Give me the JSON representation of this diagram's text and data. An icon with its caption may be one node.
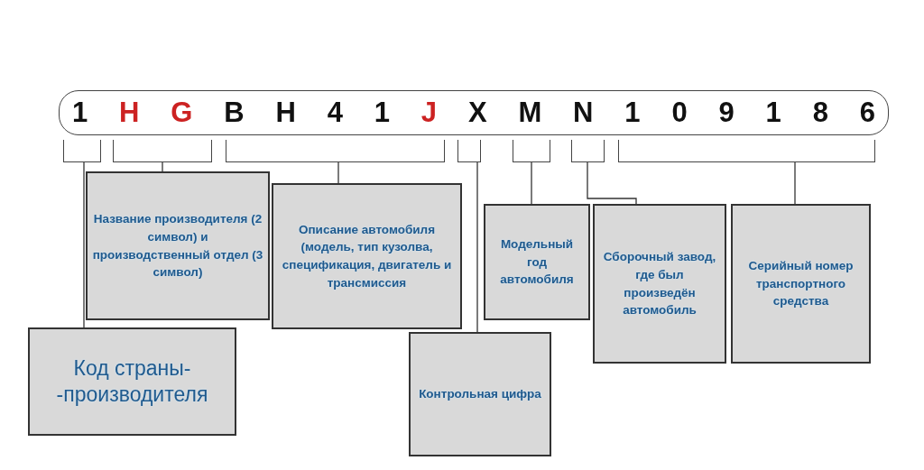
{
  "diagram": {
    "nodes": [
      {
        "text": [
          "1",
          "H",
          "G",
          "B",
          "H",
          "4",
          "1",
          "J",
          "X",
          "M",
          "N",
          "1",
          "0",
          "9",
          "1",
          "8",
          "6"
        ]
      },
      {
        "text": [],
        "shape": "box"
      },
      {
        "text": [],
        "shape": "box"
      },
      {
        "text": [],
        "shape": "box"
      },
      {
        "text": [],
        "shape": "box"
      },
      {
        "text": [],
        "shape": "box"
      },
      {
        "text": [],
        "shape": "box"
      },
      {
        "text": [],
        "shape": "box"
      },
      {
        "text": [
          "Код страны- -производителя"
        ]
      },
      {
        "text": [
          "Название производителя (2 символ) и производственный отдел (3 символ)"
        ]
      },
      {
        "text": [
          "Описание автомобиля (модель, тип кузолва, спецификация, двигатель и трансмиссия"
        ]
      },
      {
        "text": [
          "Контрольная цифра"
        ]
      },
      {
        "text": [
          "Модельный год автомобиля"
        ]
      },
      {
        "text": [
          "Сборочный завод, где был произведён автомобиль"
        ]
      },
      {
        "text": [
          "Серийный номер транспортного средства"
        ]
      }
    ],
    "edges": [
      {
        "from": 1,
        "to": 8,
        "arrow": "none"
      },
      {
        "from": 2,
        "to": 9,
        "arrow": "none"
      },
      {
        "from": 3,
        "to": 10,
        "arrow": "none"
      },
      {
        "from": 4,
        "to": 11,
        "arrow": "none"
      },
      {
        "from": 5,
        "to": 12,
        "arrow": "none"
      },
      {
        "from": 6,
        "to": 13,
        "arrow": "none"
      },
      {
        "from": 7,
        "to": 14,
        "arrow": "none"
      }
    ]
  }
}
